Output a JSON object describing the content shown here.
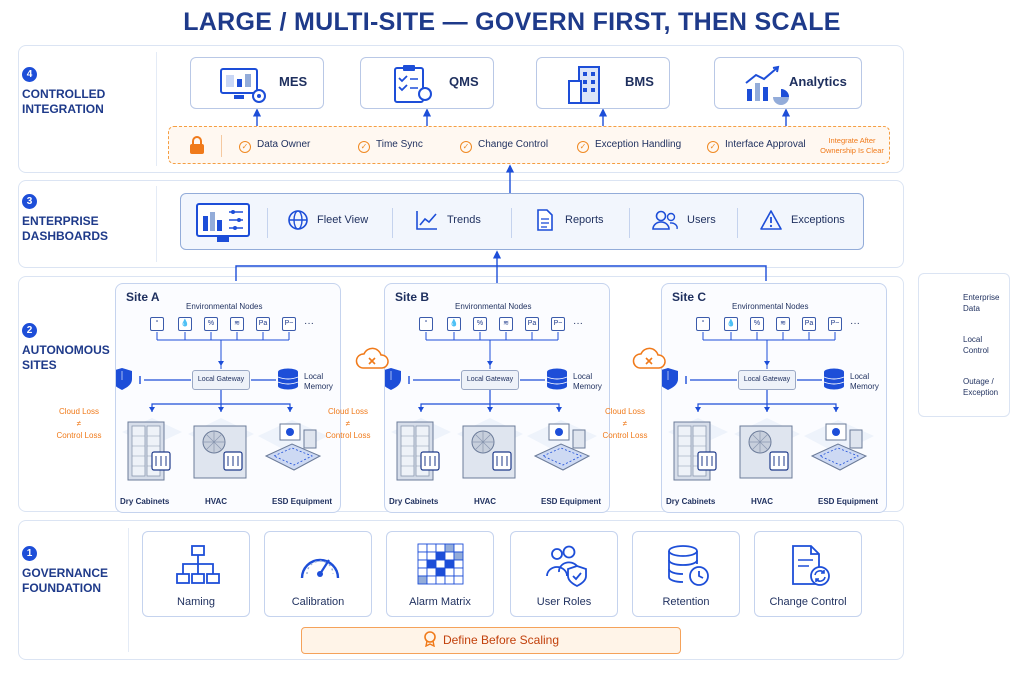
{
  "title": "LARGE / MULTI-SITE — GOVERN FIRST, THEN SCALE",
  "layers": {
    "integration": {
      "num": "4",
      "line1": "CONTROLLED",
      "line2": "INTEGRATION"
    },
    "dashboards": {
      "num": "3",
      "line1": "ENTERPRISE",
      "line2": "DASHBOARDS"
    },
    "sites": {
      "num": "2",
      "line1": "AUTONOMOUS",
      "line2": "SITES"
    },
    "foundation": {
      "num": "1",
      "line1": "GOVERNANCE",
      "line2": "FOUNDATION"
    }
  },
  "systems": [
    {
      "label": "MES",
      "icon": "monitor-gear-icon"
    },
    {
      "label": "QMS",
      "icon": "clipboard-checklist-icon"
    },
    {
      "label": "BMS",
      "icon": "building-icon"
    },
    {
      "label": "Analytics",
      "icon": "chart-trend-icon"
    }
  ],
  "governance_strip": {
    "icon": "lock-icon",
    "items": [
      "Data Owner",
      "Time Sync",
      "Change Control",
      "Exception Handling",
      "Interface Approval"
    ],
    "note_line1": "Integrate After",
    "note_line2": "Ownership Is Clear"
  },
  "dashboard_items": [
    {
      "label": "Fleet View",
      "icon": "globe-icon"
    },
    {
      "label": "Trends",
      "icon": "trend-line-icon"
    },
    {
      "label": "Reports",
      "icon": "document-icon"
    },
    {
      "label": "Users",
      "icon": "users-icon"
    },
    {
      "label": "Exceptions",
      "icon": "warning-icon"
    }
  ],
  "site_common": {
    "env_nodes": "Environmental Nodes",
    "node_icons": [
      "°",
      "💧",
      "%",
      "≋",
      "Pa",
      "P~",
      "···"
    ],
    "gateway": "Local Gateway",
    "memory_line1": "Local",
    "memory_line2": "Memory",
    "equipment": [
      "Dry Cabinets",
      "HVAC",
      "ESD Equipment"
    ],
    "cloud_loss": "Cloud Loss",
    "neq": "≠",
    "control_loss": "Control Loss"
  },
  "sites": [
    {
      "name": "Site A"
    },
    {
      "name": "Site B"
    },
    {
      "name": "Site C"
    }
  ],
  "legend": [
    {
      "line1": "Enterprise",
      "line2": "Data",
      "color": "#1d4ed8"
    },
    {
      "line1": "Local",
      "line2": "Control",
      "color": "#1d4ed8"
    },
    {
      "line1": "Outage /",
      "line2": "Exception",
      "color": "#f07a1a"
    }
  ],
  "foundation_cards": [
    {
      "label": "Naming",
      "icon": "hierarchy-icon"
    },
    {
      "label": "Calibration",
      "icon": "gauge-icon"
    },
    {
      "label": "Alarm Matrix",
      "icon": "grid-matrix-icon"
    },
    {
      "label": "User Roles",
      "icon": "user-shield-icon"
    },
    {
      "label": "Retention",
      "icon": "database-clock-icon"
    },
    {
      "label": "Change Control",
      "icon": "document-refresh-icon"
    }
  ],
  "define_banner": "Define Before Scaling",
  "colors": {
    "primary": "#1d4ed8",
    "navy": "#1e3a8a",
    "orange": "#f07a1a"
  }
}
